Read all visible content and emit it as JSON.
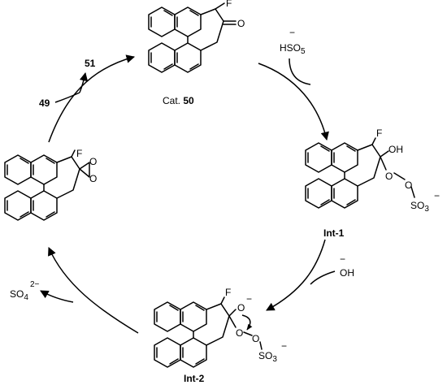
{
  "cycle": {
    "catalyst": {
      "prefix": "Cat.",
      "number": "50",
      "substituent": "F",
      "carbonyl_o": "O"
    },
    "reagents": {
      "oxone_main": "HSO",
      "oxone_sub": "5",
      "oxone_charge": "−",
      "hydroxide": "OH",
      "hydroxide_charge": "−",
      "sulfate_main": "SO",
      "sulfate_sub": "4",
      "sulfate_charge": "2−",
      "substrate": "49",
      "product": "51"
    },
    "int1": {
      "label": "Int-1",
      "f": "F",
      "oh": "OH",
      "o1": "O",
      "o2": "O",
      "so3_main": "SO",
      "so3_sub": "3",
      "charge": "−"
    },
    "int2": {
      "label": "Int-2",
      "f": "F",
      "o_anion": "O",
      "anion_charge": "−",
      "o1": "O",
      "o2": "O",
      "so3_main": "SO",
      "so3_sub": "3",
      "charge": "−"
    },
    "dioxirane": {
      "f": "F",
      "o1": "O",
      "o2": "O"
    }
  }
}
